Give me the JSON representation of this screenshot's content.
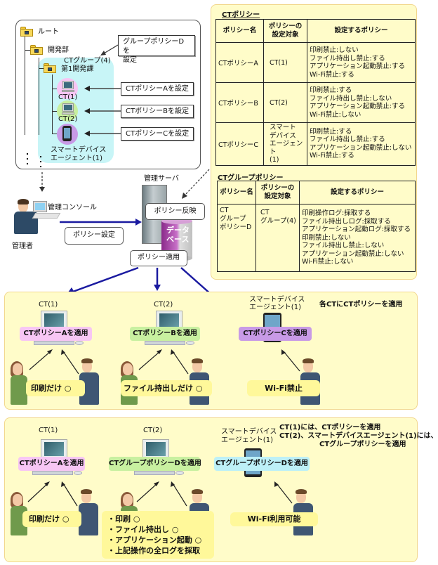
{
  "tree": {
    "root": "ルート",
    "dept": "開発部",
    "group": "CTグループ(4)",
    "section": "第1開発課",
    "ct1": "CT(1)",
    "ct2": "CT(2)",
    "smart_line1": "スマートデバイス",
    "smart_line2": "エージェント(1)",
    "set_group_line1": "グループポリシーDを",
    "set_group_line2": "設定",
    "set_a": "CTポリシーAを設定",
    "set_b": "CTポリシーBを設定",
    "set_c": "CTポリシーCを設定"
  },
  "admin": {
    "console": "管理コンソール",
    "admin_label": "管理者",
    "policy_set": "ポリシー設定",
    "server_label": "管理サーバ",
    "policy_reflect": "ポリシー反映",
    "db_line1": "データ",
    "db_line2": "ベース",
    "policy_apply": "ポリシー適用"
  },
  "ct_policy": {
    "title": "CTポリシー",
    "headers": [
      "ポリシー名",
      "ポリシーの\n設定対象",
      "設定するポリシー"
    ],
    "rows": [
      {
        "name": "CTポリシーA",
        "target": "CT(1)",
        "policies": [
          "印刷禁止:しない",
          "ファイル持出し禁止:する",
          "アプリケーション起動禁止:する",
          "Wi-Fi禁止:する"
        ]
      },
      {
        "name": "CTポリシーB",
        "target": "CT(2)",
        "policies": [
          "印刷禁止:する",
          "ファイル持出し禁止:しない",
          "アプリケーション起動禁止:する",
          "Wi-Fi禁止:しない"
        ]
      },
      {
        "name": "CTポリシーC",
        "target": "スマート\nデバイス\nエージェント\n(1)",
        "policies": [
          "印刷禁止:する",
          "ファイル持出し禁止:する",
          "アプリケーション起動禁止:しない",
          "Wi-Fi禁止:する"
        ]
      }
    ]
  },
  "group_policy": {
    "title": "CTグループポリシー",
    "headers": [
      "ポリシー名",
      "ポリシーの\n設定対象",
      "設定するポリシー"
    ],
    "rows": [
      {
        "name": "CT\nグループ\nポリシーD",
        "target": "CT\nグループ(4)",
        "policies": [
          "印刷操作ログ:採取する",
          "ファイル持出しログ:採取する",
          "アプリケーション起動ログ:採取する",
          "印刷禁止:しない",
          "ファイル持出し禁止:しない",
          "アプリケーション起動禁止:しない",
          "Wi-Fi禁止:しない"
        ]
      }
    ]
  },
  "scenario1": {
    "caption": "各CTにCTポリシーを適用",
    "ct1": "CT(1)",
    "ct2": "CT(2)",
    "smart_line1": "スマートデバイス",
    "smart_line2": "エージェント(1)",
    "apply1": "CTポリシーAを適用",
    "apply2": "CTポリシーBを適用",
    "apply3": "CTポリシーCを適用",
    "note1": "印刷だけ ○",
    "note2": "ファイル持出しだけ ○",
    "note3": "Wi-Fi禁止"
  },
  "scenario2": {
    "caption_line1": "CT(1)には、CTポリシーを適用",
    "caption_line2": "CT(2)、スマートデバイスエージェント(1)には、",
    "caption_line3": "CTグループポリシーを適用",
    "ct1": "CT(1)",
    "ct2": "CT(2)",
    "smart_line1": "スマートデバイス",
    "smart_line2": "エージェント(1)",
    "apply1": "CTポリシーAを適用",
    "apply2": "CTグループポリシーDを適用",
    "apply3": "CTグループポリシーDを適用",
    "note1": "印刷だけ ○",
    "note2_items": [
      "・印刷 ○",
      "・ファイル持出し ○",
      "・アプリケーション起動 ○",
      "・上記操作の全ログを採取"
    ],
    "note3": "Wi-Fi利用可能"
  },
  "colors": {
    "arrow_blue": "#1a1aa0",
    "panel_yellow": "#fffcc9",
    "group_cyan": "#c8f5f7",
    "ct1_pink": "#f7c6f4",
    "ct2_green": "#c8f0a0",
    "smart_purple": "#c89ae6",
    "apply_blue": "#bdf0f7",
    "note_yellow": "#fff89a"
  }
}
